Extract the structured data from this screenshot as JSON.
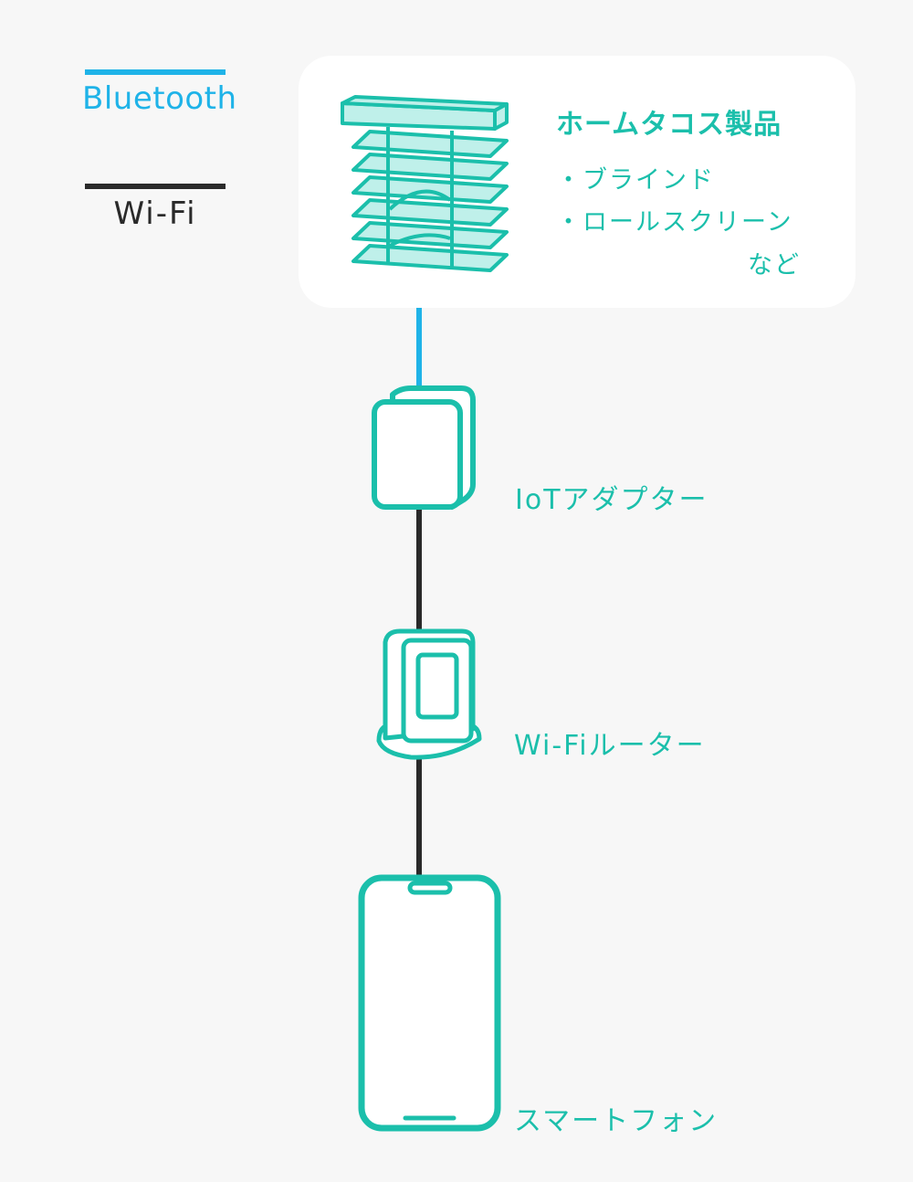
{
  "legend": {
    "bluetooth": "Bluetooth",
    "wifi": "Wi-Fi"
  },
  "product_card": {
    "title": "ホームタコス製品",
    "items": [
      "・ブラインド",
      "・ロールスクリーン"
    ],
    "suffix": "など"
  },
  "devices": {
    "adapter": "IoTアダプター",
    "router": "Wi-Fiルーター",
    "phone": "スマートフォン"
  },
  "colors": {
    "bluetooth": "#1fb3e8",
    "wifi": "#2a2a2a",
    "accent": "#1bbfab",
    "blind_fill": "#bff0ea",
    "background": "#f7f7f7",
    "card": "#ffffff"
  },
  "icons": [
    "blind-icon",
    "iot-adapter-icon",
    "wifi-router-icon",
    "smartphone-icon"
  ]
}
